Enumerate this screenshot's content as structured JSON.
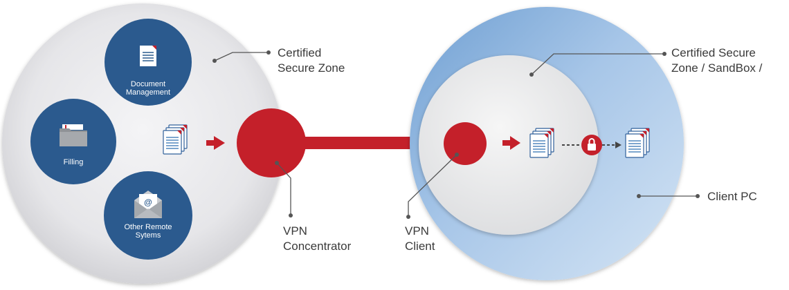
{
  "colors": {
    "left_zone": "#e9e9ec",
    "node_blue": "#2b5a8e",
    "accent_red": "#c4202a",
    "client_pc_light": "#c7dcf0",
    "client_pc_dark": "#7aa5d6",
    "inner_zone": "#efefef",
    "label_text": "#3a3a3a"
  },
  "left_zone": {
    "label_line1": "Certified",
    "label_line2": "Secure Zone"
  },
  "nodes": {
    "document_management": {
      "line1": "Document",
      "line2": "Management",
      "icon": "document-icon"
    },
    "filling": {
      "label": "Filling",
      "icon": "folder-icon"
    },
    "other_remote": {
      "line1": "Other Remote",
      "line2": "Sytems",
      "icon": "envelope-icon"
    }
  },
  "vpn_concentrator": {
    "line1": "VPN",
    "line2": "Concentrator"
  },
  "vpn_client": {
    "line1": "VPN",
    "line2": "Client"
  },
  "right_zone": {
    "label_line1": "Certified Secure",
    "label_line2": "Zone / SandBox /"
  },
  "client_pc": {
    "label": "Client PC"
  },
  "icons": [
    "document-stack-icon",
    "arrow-right-icon",
    "lock-icon"
  ]
}
